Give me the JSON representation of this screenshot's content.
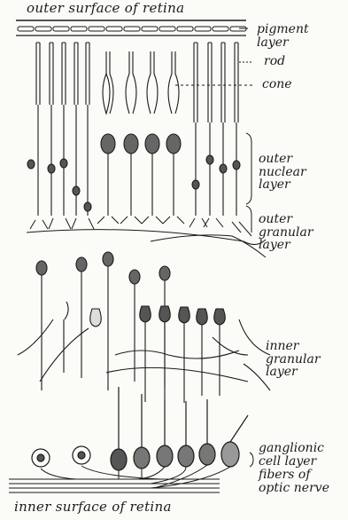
{
  "diagram": {
    "labels": {
      "outer_surface": "outer surface of retina",
      "inner_surface": "inner surface of retina",
      "pigment_layer": "pigment layer",
      "rod": "rod",
      "cone": "cone",
      "outer_nuclear_layer": "outer nuclear layer",
      "outer_granular_layer": "outer granular layer",
      "inner_granular_layer": "inner granular layer",
      "ganglionic_cell_layer": "ganglionic cell layer",
      "fibers_optic_nerve": "fibers of optic nerve"
    },
    "style": {
      "ink": "#1a1a1a",
      "paper": "#fbfbf7"
    }
  }
}
